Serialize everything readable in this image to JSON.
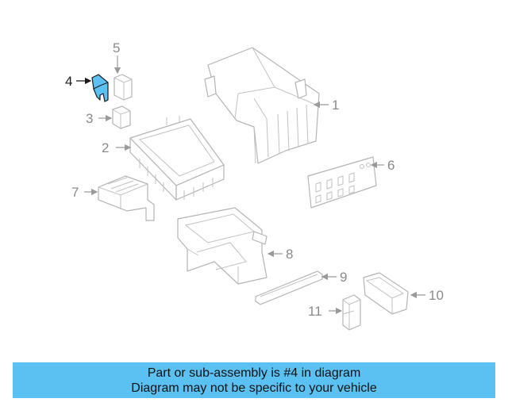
{
  "diagram": {
    "callouts": {
      "c1": "1",
      "c2": "2",
      "c3": "3",
      "c4": "4",
      "c5": "5",
      "c6": "6",
      "c7": "7",
      "c8": "8",
      "c9": "9",
      "c10": "10",
      "c11": "11"
    },
    "highlight_color": "#5bc0f2",
    "line_color": "#b4b4b4"
  },
  "banner": {
    "line1": "Part or sub-assembly is #4 in diagram",
    "line2": "Diagram may not be specific to your vehicle",
    "background": "#5bc0f2"
  }
}
